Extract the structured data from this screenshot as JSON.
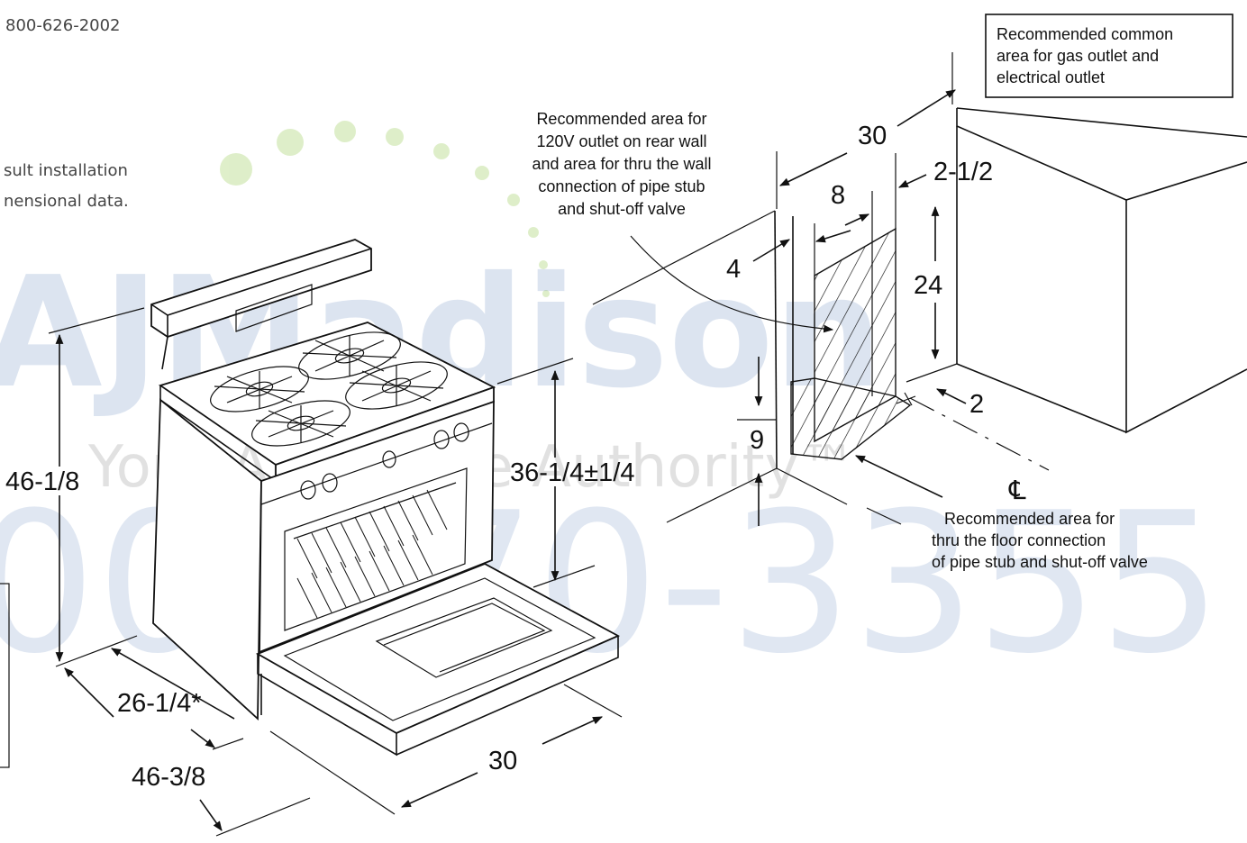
{
  "header": {
    "phone": "800-626-2002"
  },
  "left_note": {
    "line1": "sult installation",
    "line2": "nensional data."
  },
  "watermark": {
    "brand": "AJMadison",
    "tagline": "Your Appliance Authority™",
    "phone": "00-570-3355",
    "dot_color": "#8cc63f",
    "brand_color": "#2b5da8"
  },
  "callouts": {
    "common_area": [
      "Recommended common",
      "area for gas outlet and",
      "electrical outlet"
    ],
    "rear_wall": [
      "Recommended area for",
      "120V outlet on rear wall",
      "and area for thru the wall",
      "connection of pipe stub",
      "and shut-off valve"
    ],
    "floor": [
      "Recommended area for",
      "thru the floor connection",
      "of pipe stub and shut-off valve"
    ]
  },
  "dimensions": {
    "height": "46-1/8",
    "cooktop_height": "36-1/4±1/4",
    "depth": "26-1/4*",
    "depth_door_open": "46-3/8",
    "width": "30",
    "wall_width": "30",
    "area_width": "8",
    "edge_offset": "2-1/2",
    "area_height": "24",
    "side_offset": "4",
    "floor_offset": "9",
    "centerline_offset": "2",
    "centerline": "℄"
  }
}
